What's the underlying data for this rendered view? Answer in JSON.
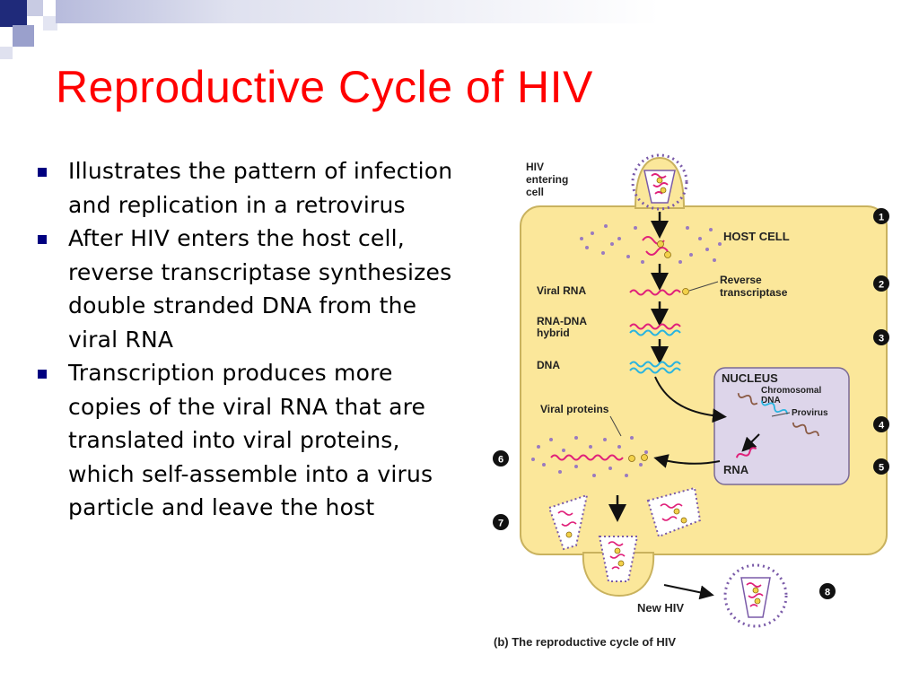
{
  "slide": {
    "title": "Reproductive Cycle of HIV",
    "bullets": [
      "Illustrates the pattern of infection and replication in a retrovirus",
      "After HIV enters the host cell, reverse transcriptase synthesizes double stranded DNA from the viral RNA",
      "Transcription produces more copies of the viral RNA that are translated into viral proteins, which self-assemble into a virus particle and leave the host"
    ]
  },
  "figure": {
    "labels": {
      "hiv_entering_line1": "HIV",
      "hiv_entering_line2": "entering",
      "hiv_entering_line3": "cell",
      "host_cell": "HOST CELL",
      "viral_rna": "Viral RNA",
      "reverse_line1": "Reverse",
      "reverse_line2": "transcriptase",
      "rna_dna_line1": "RNA-DNA",
      "rna_dna_line2": "hybrid",
      "dna": "DNA",
      "nucleus": "NUCLEUS",
      "chromosomal_line1": "Chromosomal",
      "chromosomal_line2": "DNA",
      "provirus": "Provirus",
      "rna": "RNA",
      "viral_proteins": "Viral proteins",
      "new_hiv": "New HIV",
      "caption": "(b) The reproductive cycle of HIV"
    },
    "steps": [
      "1",
      "2",
      "3",
      "4",
      "5",
      "6",
      "7",
      "8"
    ],
    "colors": {
      "cell": "#fbe79a",
      "cell_border": "#c9b25e",
      "nucleus": "#ddd5ea",
      "rna": "#e0207a",
      "dna": "#28b4e0",
      "chromosomal": "#8a5a44",
      "envelope": "#7a5aa8",
      "capsid_yellow": "#f2d14a",
      "title": "#ff0000",
      "bullet": "#000080"
    }
  }
}
